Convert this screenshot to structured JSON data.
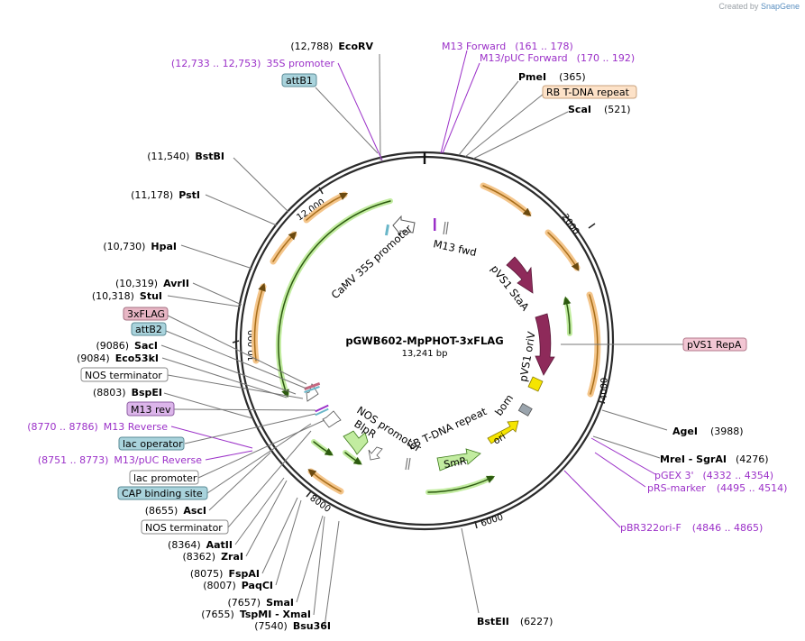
{
  "credit": {
    "prefix": "Created by",
    "brand": "SnapGene"
  },
  "plasmid": {
    "name": "pGWB602-MpPHOT-3xFLAG",
    "size": "13,241 bp",
    "length": 13241
  },
  "colors": {
    "backbone": "#2b2b2b",
    "enzyme_label": "#000000",
    "primer": "#9b30c8",
    "feature_orange": "#f4a640",
    "feature_green": "#89d35a",
    "feature_purple": "#8e2a5a",
    "feature_yellow": "#f5e500"
  },
  "tick_labels": [
    {
      "text": "2000",
      "pos": 2000
    },
    {
      "text": "4000",
      "pos": 4000
    },
    {
      "text": "6000",
      "pos": 6000
    },
    {
      "text": "8000",
      "pos": 8000
    },
    {
      "text": "10,000",
      "pos": 10000
    },
    {
      "text": "12,000",
      "pos": 12000
    }
  ],
  "right_labels": [
    {
      "kind": "primer",
      "name": "M13 Forward",
      "coord": "(161 .. 178)"
    },
    {
      "kind": "primer",
      "name": "M13/pUC Forward",
      "coord": "(170 .. 192)"
    },
    {
      "kind": "enzyme",
      "name": "PmeI",
      "coord": "(365)"
    },
    {
      "kind": "box-peach",
      "name": "RB T-DNA repeat",
      "coord": ""
    },
    {
      "kind": "enzyme",
      "name": "ScaI",
      "coord": "(521)"
    },
    {
      "kind": "box-pink",
      "name": "pVS1 RepA",
      "coord": ""
    },
    {
      "kind": "enzyme",
      "name": "AgeI",
      "coord": "(3988)"
    },
    {
      "kind": "enzyme",
      "name": "MreI  - SgrAI",
      "coord": "(4276)"
    },
    {
      "kind": "primer",
      "name": "pGEX 3'",
      "coord": "(4332 .. 4354)"
    },
    {
      "kind": "primer",
      "name": "pRS-marker",
      "coord": "(4495 .. 4514)"
    },
    {
      "kind": "primer",
      "name": "pBR322ori-F",
      "coord": "(4846 .. 4865)"
    },
    {
      "kind": "enzyme",
      "name": "BstEII",
      "coord": "(6227)"
    }
  ],
  "left_labels": [
    {
      "kind": "enzyme",
      "name": "EcoRV",
      "coord": "(12,788)"
    },
    {
      "kind": "primer",
      "name": "35S promoter",
      "coord": "(12,733 .. 12,753)"
    },
    {
      "kind": "box-teal",
      "name": "attB1",
      "coord": ""
    },
    {
      "kind": "enzyme",
      "name": "BstBI",
      "coord": "(11,540)"
    },
    {
      "kind": "enzyme",
      "name": "PstI",
      "coord": "(11,178)"
    },
    {
      "kind": "enzyme",
      "name": "HpaI",
      "coord": "(10,730)"
    },
    {
      "kind": "enzyme",
      "name": "AvrII",
      "coord": "(10,319)"
    },
    {
      "kind": "enzyme",
      "name": "StuI",
      "coord": "(10,318)"
    },
    {
      "kind": "box-pink",
      "name": "3xFLAG",
      "coord": ""
    },
    {
      "kind": "box-teal",
      "name": "attB2",
      "coord": ""
    },
    {
      "kind": "enzyme",
      "name": "SacI",
      "coord": "(9086)"
    },
    {
      "kind": "enzyme",
      "name": "Eco53kI",
      "coord": "(9084)"
    },
    {
      "kind": "box-white",
      "name": "NOS terminator",
      "coord": ""
    },
    {
      "kind": "enzyme",
      "name": "BspEI",
      "coord": "(8803)"
    },
    {
      "kind": "box-lilac",
      "name": "M13 rev",
      "coord": ""
    },
    {
      "kind": "primer",
      "name": "M13 Reverse",
      "coord": "(8770 .. 8786)"
    },
    {
      "kind": "box-teal",
      "name": "lac operator",
      "coord": ""
    },
    {
      "kind": "primer",
      "name": "M13/pUC Reverse",
      "coord": "(8751 .. 8773)"
    },
    {
      "kind": "box-white",
      "name": "lac promoter",
      "coord": ""
    },
    {
      "kind": "box-teal",
      "name": "CAP binding site",
      "coord": ""
    },
    {
      "kind": "enzyme",
      "name": "AscI",
      "coord": "(8655)"
    },
    {
      "kind": "box-white",
      "name": "NOS terminator",
      "coord": ""
    },
    {
      "kind": "enzyme",
      "name": "AatII",
      "coord": "(8364)"
    },
    {
      "kind": "enzyme",
      "name": "ZraI",
      "coord": "(8362)"
    },
    {
      "kind": "enzyme",
      "name": "FspAI",
      "coord": "(8075)"
    },
    {
      "kind": "enzyme",
      "name": "PaqCI",
      "coord": "(8007)"
    },
    {
      "kind": "enzyme",
      "name": "SmaI",
      "coord": "(7657)"
    },
    {
      "kind": "enzyme",
      "name": "TspMI  - XmaI",
      "coord": "(7655)"
    },
    {
      "kind": "enzyme",
      "name": "Bsu36I",
      "coord": "(7540)"
    }
  ],
  "inner_labels": [
    {
      "text": "CaMV 35S promoter"
    },
    {
      "text": "M13 fwd"
    },
    {
      "text": "pVS1 StaA"
    },
    {
      "text": "pVS1 oriV"
    },
    {
      "text": "bom"
    },
    {
      "text": "ori"
    },
    {
      "text": "LB T-DNA repeat"
    },
    {
      "text": "SmR"
    },
    {
      "text": "NOS promoter"
    },
    {
      "text": "BlpR"
    }
  ]
}
